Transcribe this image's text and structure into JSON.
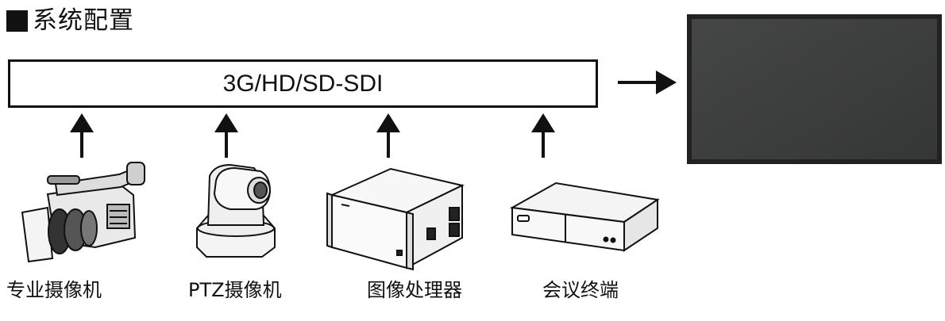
{
  "title": "系统配置",
  "bus_label": "3G/HD/SD-SDI",
  "devices": [
    {
      "label": "专业摄像机",
      "icon": "camcorder-icon"
    },
    {
      "label": "PTZ摄像机",
      "icon": "ptz-camera-icon"
    },
    {
      "label": "图像处理器",
      "icon": "image-processor-icon"
    },
    {
      "label": "会议终端",
      "icon": "conference-terminal-icon"
    }
  ],
  "output_icon": "monitor-icon",
  "colors": {
    "line": "#111111",
    "screen": "#3d3e3e",
    "bezel": "#222222"
  }
}
